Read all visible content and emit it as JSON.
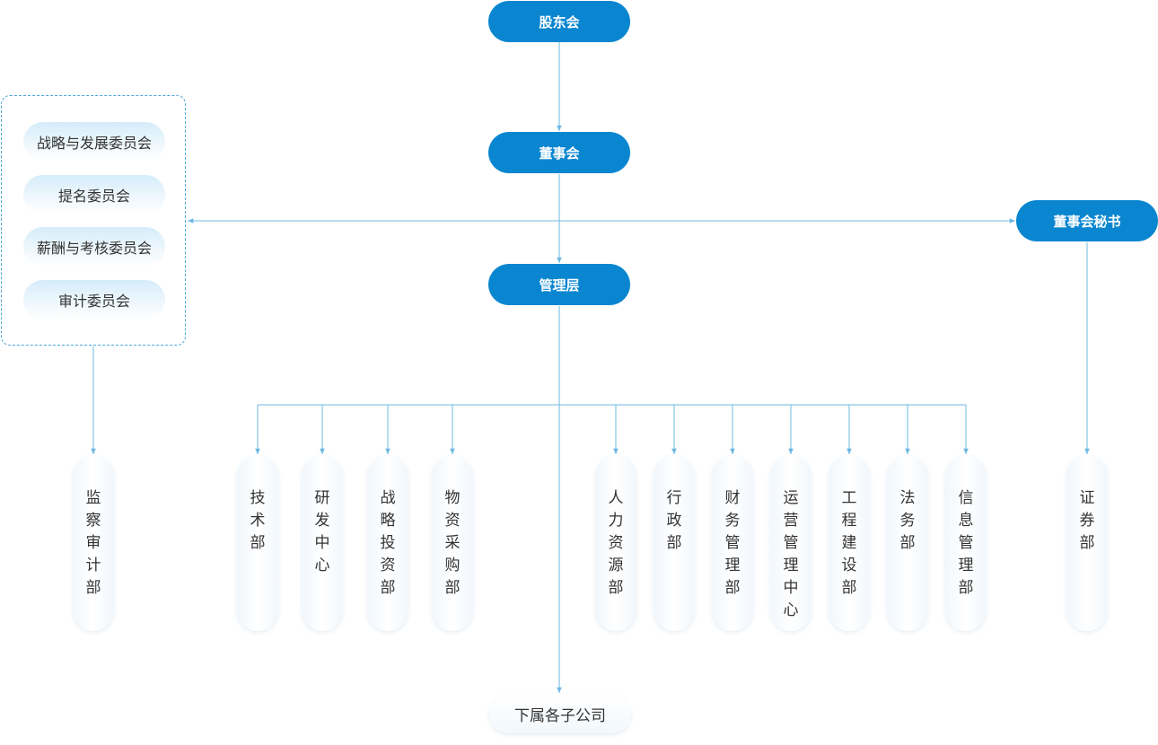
{
  "top": {
    "shareholders": "股东会",
    "board": "董事会",
    "management": "管理层",
    "secretary": "董事会秘书"
  },
  "committees": [
    "战略与发展委员会",
    "提名委员会",
    "薪酬与考核委员会",
    "审计委员会"
  ],
  "departments": {
    "audit": "监察审计部",
    "left_group": [
      "技术部",
      "研发中心",
      "战略投资部",
      "物资采购部"
    ],
    "right_group": [
      "人力资源部",
      "行政部",
      "财务管理部",
      "运营管理中心",
      "工程建设部",
      "法务部",
      "信息管理部"
    ],
    "securities": "证券部"
  },
  "subsidiaries": "下属各子公司",
  "colors": {
    "primary": "#0a86d0",
    "line": "#6cb8e2",
    "text": "#333333"
  }
}
